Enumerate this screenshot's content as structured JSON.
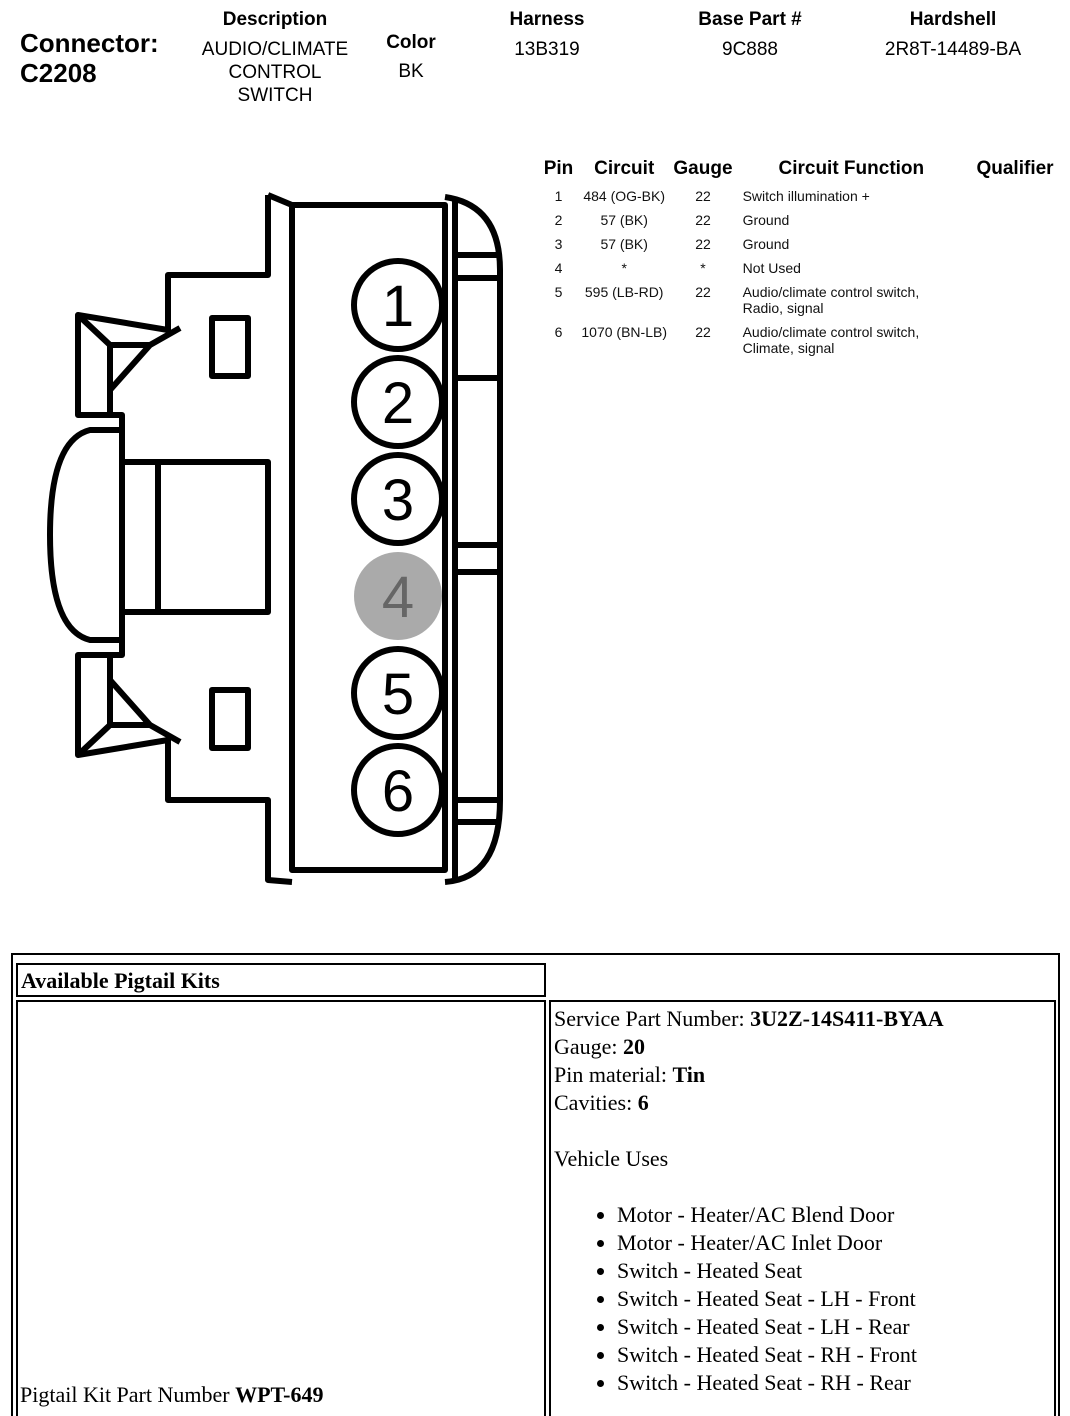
{
  "connector": {
    "label": "Connector:",
    "id": "C2208"
  },
  "header": {
    "description": {
      "label": "Description",
      "lines": [
        "AUDIO/CLIMATE",
        "CONTROL",
        "SWITCH"
      ]
    },
    "color": {
      "label": "Color",
      "value": "BK"
    },
    "harness": {
      "label": "Harness",
      "value": "13B319"
    },
    "base_part": {
      "label": "Base Part #",
      "value": "9C888"
    },
    "hardshell": {
      "label": "Hardshell",
      "value": "2R8T-14489-BA"
    }
  },
  "pin_table": {
    "headers": [
      "Pin",
      "Circuit",
      "Gauge",
      "Circuit Function",
      "Qualifier"
    ],
    "rows": [
      {
        "pin": "1",
        "circuit": "484 (OG-BK)",
        "gauge": "22",
        "function": "Switch illumination +",
        "qualifier": ""
      },
      {
        "pin": "2",
        "circuit": "57 (BK)",
        "gauge": "22",
        "function": "Ground",
        "qualifier": ""
      },
      {
        "pin": "3",
        "circuit": "57 (BK)",
        "gauge": "22",
        "function": "Ground",
        "qualifier": ""
      },
      {
        "pin": "4",
        "circuit": "*",
        "gauge": "*",
        "function": "Not Used",
        "qualifier": ""
      },
      {
        "pin": "5",
        "circuit": "595 (LB-RD)",
        "gauge": "22",
        "function": "Audio/climate control switch, Radio, signal",
        "qualifier": ""
      },
      {
        "pin": "6",
        "circuit": "1070 (BN-LB)",
        "gauge": "22",
        "function": "Audio/climate control switch, Climate, signal",
        "qualifier": ""
      }
    ]
  },
  "diagram": {
    "pins": [
      "1",
      "2",
      "3",
      "4",
      "5",
      "6"
    ],
    "unused_pin": "4",
    "colors": {
      "pin_fill": "#ffffff",
      "unused_fill": "#aaaaaa",
      "unused_text": "#666666",
      "stroke": "#000000"
    }
  },
  "pigtail": {
    "title": "Available Pigtail Kits",
    "kit_part_label": "Pigtail Kit Part Number",
    "kit_part_value": "WPT-649",
    "service_part_label": "Service Part Number:",
    "service_part_value": "3U2Z-14S411-BYAA",
    "gauge_label": "Gauge:",
    "gauge_value": "20",
    "pin_material_label": "Pin material:",
    "pin_material_value": "Tin",
    "cavities_label": "Cavities:",
    "cavities_value": "6",
    "vehicle_uses_label": "Vehicle Uses",
    "vehicle_uses": [
      "Motor - Heater/AC Blend Door",
      "Motor - Heater/AC Inlet Door",
      "Switch - Heated Seat",
      "Switch - Heated Seat - LH - Front",
      "Switch - Heated Seat - LH - Rear",
      "Switch - Heated Seat - RH - Front",
      "Switch - Heated Seat - RH - Rear"
    ]
  }
}
